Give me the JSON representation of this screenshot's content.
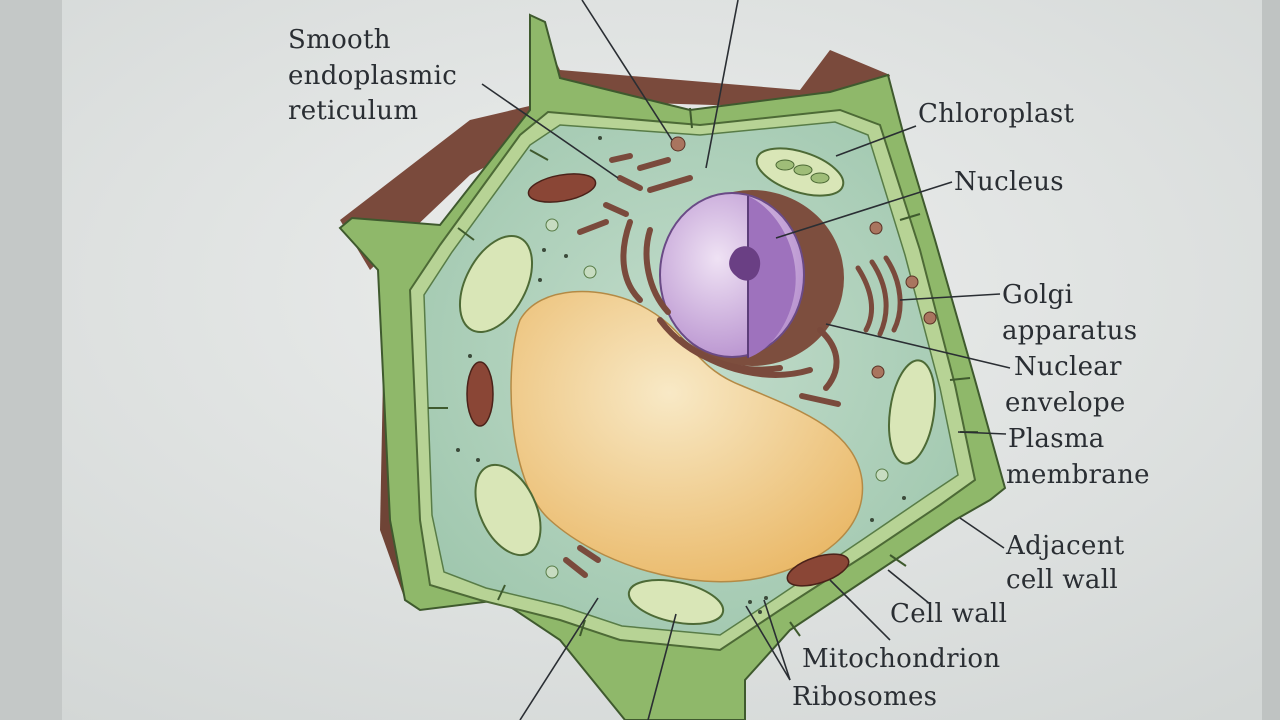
{
  "labels": {
    "smooth_er": [
      "Smooth",
      "endoplasmic",
      "reticulum"
    ],
    "chloroplast": "Chloroplast",
    "nucleus": "Nucleus",
    "golgi": [
      "Golgi",
      "apparatus"
    ],
    "nuclear_envelope": [
      "Nuclear",
      "envelope"
    ],
    "plasma_membrane": [
      "Plasma",
      "membrane"
    ],
    "adjacent_cell_wall": [
      "Adjacent",
      "cell wall"
    ],
    "cell_wall": "Cell wall",
    "mitochondrion": "Mitochondrion",
    "ribosomes": "Ribosomes"
  },
  "colors": {
    "paper": "#e4e7e6",
    "wall_green": "#8fb86a",
    "wall_brown": "#7a4a3c",
    "cytoplasm": "#a9cdb6",
    "vacuole": "#efc27a",
    "nucleus": "#c7a6d8",
    "mitochondrion": "#8a4636"
  }
}
